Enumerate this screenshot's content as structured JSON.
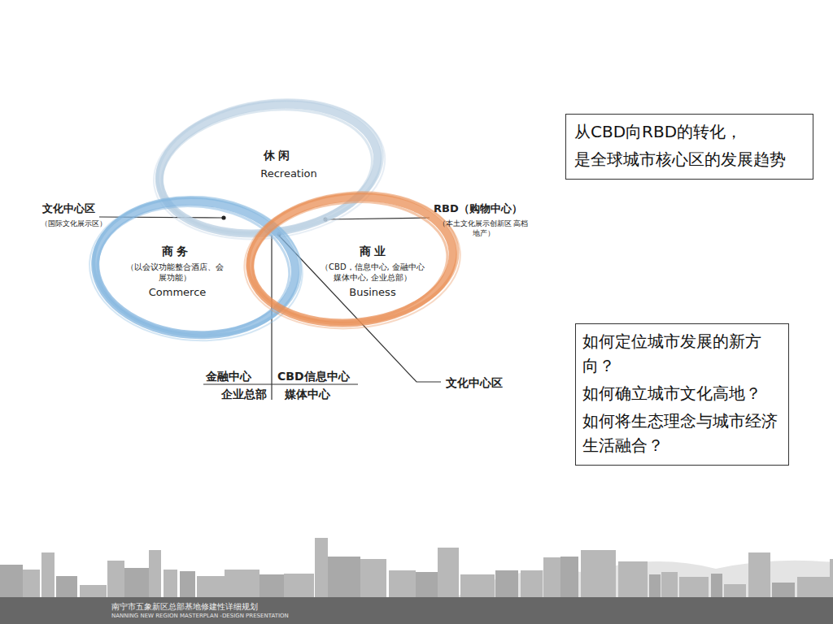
{
  "diagram": {
    "nodes": [
      {
        "text": [
          "休 闲",
          "Recreation"
        ]
      },
      {
        "text": [
          "商 务",
          "（以会议功能整合酒店、会展功能）",
          "Commerce"
        ]
      },
      {
        "text": [
          "商 业",
          "（CBD，信息中心, 金融中心 媒体中心, 企业总部）",
          "Business"
        ]
      },
      {
        "text": [
          "从CBD向RBD的转化，",
          "是全球城市核心区的发展趋势"
        ]
      },
      {
        "text": [
          "如何定位城市发展的新方向？",
          "如何确立城市文化高地？",
          "如何将生态理念与城市经济生活融合？"
        ]
      }
    ],
    "labels": [
      "文化中心区",
      "（国际文化展示区）",
      "RBD（购物中心）",
      "（本土文化展示创新区 高档地产）",
      "金融中心",
      "CBD信息中心",
      "企业总部",
      "媒体中心",
      "文化中心区",
      "南宁市五象新区总部基地修建性详细规划",
      "NANNING NEW REGION MASTERPLAN -DESIGN PRESENTATION"
    ]
  }
}
